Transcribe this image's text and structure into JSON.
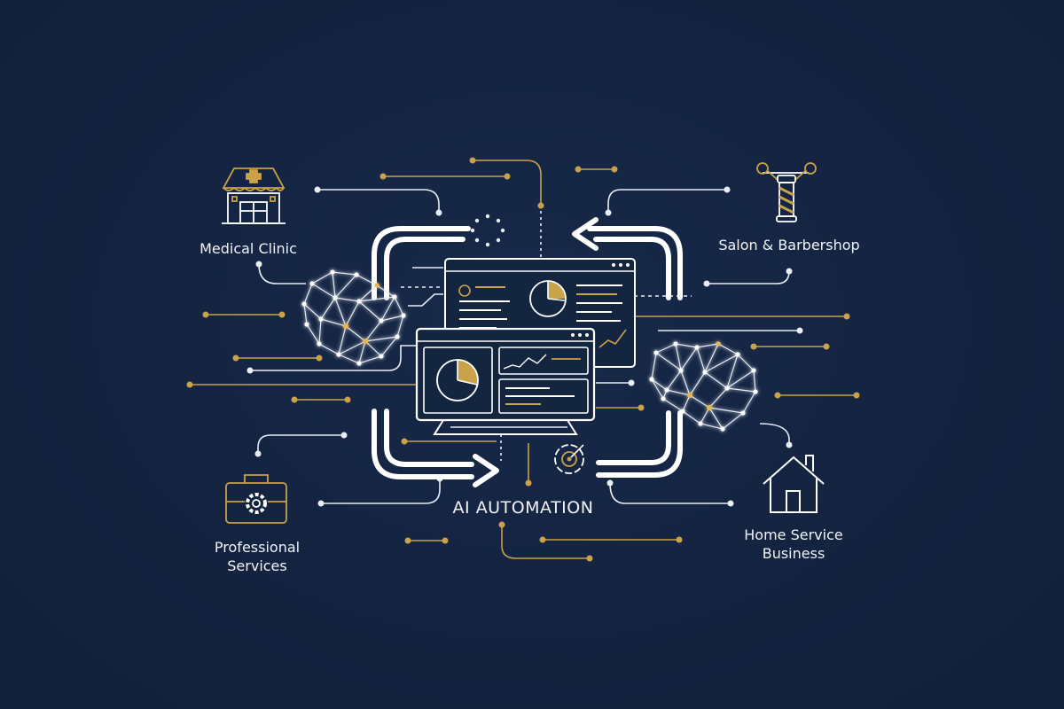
{
  "title": "AI AUTOMATION",
  "businesses": {
    "medical_clinic": {
      "label": "Medical Clinic",
      "icon": "clinic-icon"
    },
    "salon_barbershop": {
      "label": "Salon & Barbershop",
      "icon": "barber-pole-icon"
    },
    "professional_services": {
      "line1": "Professional",
      "line2": "Services",
      "icon": "briefcase-gear-icon"
    },
    "home_service": {
      "line1": "Home Service",
      "line2": "Business",
      "icon": "house-icon"
    }
  },
  "colors": {
    "background": "#13233f",
    "line": "#e9edf4",
    "accent": "#c9a24a"
  }
}
